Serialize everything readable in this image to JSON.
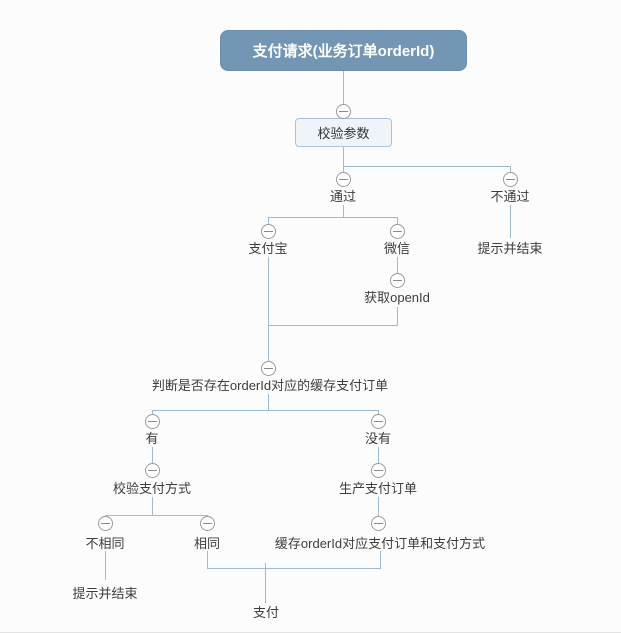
{
  "diagram": {
    "title": "支付请求(业务订单orderId)",
    "nodes": {
      "validate_params": "校验参数",
      "pass": "通过",
      "fail": "不通过",
      "fail_end": "提示并结束",
      "alipay": "支付宝",
      "wechat": "微信",
      "get_openid": "获取openId",
      "check_cached_order": "判断是否存在orderId对应的缓存支付订单",
      "has": "有",
      "has_not": "没有",
      "verify_pay_method": "校验支付方式",
      "create_pay_order": "生产支付订单",
      "not_same": "不相同",
      "same": "相同",
      "cache_order": "缓存orderId对应支付订单和支付方式",
      "not_same_end": "提示并结束",
      "pay": "支付"
    },
    "icons": {
      "collapse": "minus-circle"
    },
    "colors": {
      "root_fill": "#7296b3",
      "root_text": "#ffffff",
      "sub_box_fill": "#eff4fa",
      "sub_box_border": "#a9c2d9",
      "connector_line": "#9cbad1",
      "collapse_circle_border": "#9a9a9a",
      "label_text": "#3d3d3d",
      "background": "#fcfcfc"
    }
  }
}
